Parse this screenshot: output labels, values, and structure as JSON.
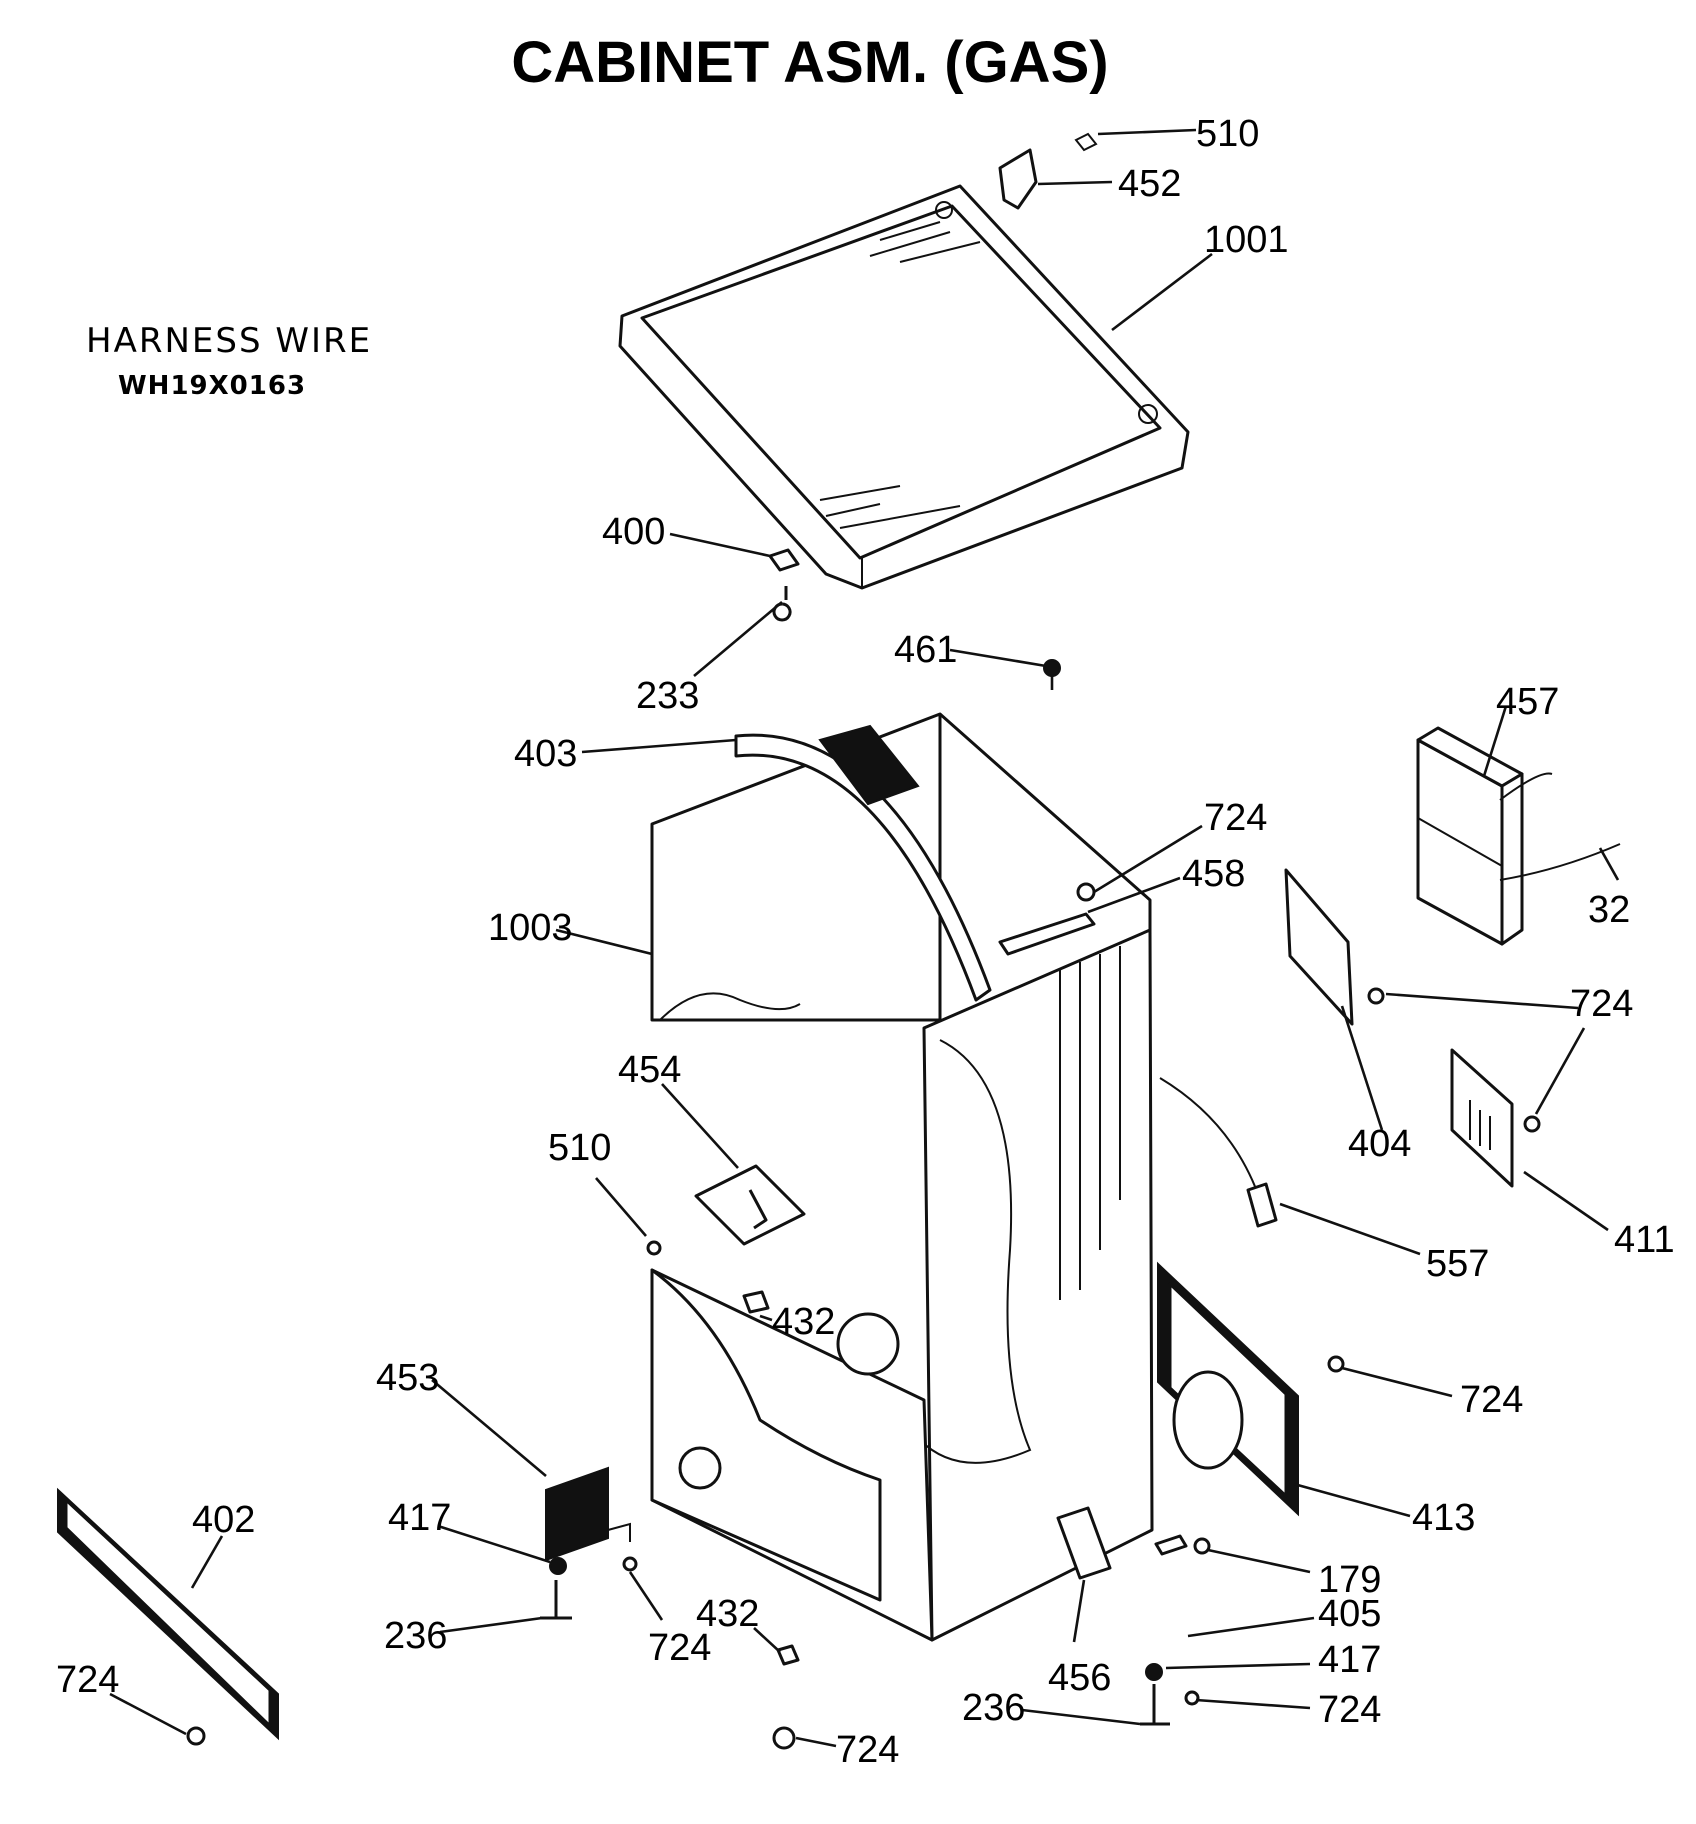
{
  "title": "CABINET ASM. (GAS)",
  "note": {
    "label": "HARNESS WIRE",
    "part_number": "WH19X0163"
  },
  "callouts": [
    {
      "id": "c510a",
      "label": "510"
    },
    {
      "id": "c452",
      "label": "452"
    },
    {
      "id": "c1001",
      "label": "1001"
    },
    {
      "id": "c400",
      "label": "400"
    },
    {
      "id": "c233",
      "label": "233"
    },
    {
      "id": "c461",
      "label": "461"
    },
    {
      "id": "c403",
      "label": "403"
    },
    {
      "id": "c724a",
      "label": "724"
    },
    {
      "id": "c458",
      "label": "458"
    },
    {
      "id": "c457",
      "label": "457"
    },
    {
      "id": "c32",
      "label": "32"
    },
    {
      "id": "c1003",
      "label": "1003"
    },
    {
      "id": "c724b",
      "label": "724"
    },
    {
      "id": "c404",
      "label": "404"
    },
    {
      "id": "c454",
      "label": "454"
    },
    {
      "id": "c510b",
      "label": "510"
    },
    {
      "id": "c411",
      "label": "411"
    },
    {
      "id": "c557",
      "label": "557"
    },
    {
      "id": "c432a",
      "label": "432"
    },
    {
      "id": "c724c",
      "label": "724"
    },
    {
      "id": "c453",
      "label": "453"
    },
    {
      "id": "c413",
      "label": "413"
    },
    {
      "id": "c402",
      "label": "402"
    },
    {
      "id": "c417a",
      "label": "417"
    },
    {
      "id": "c179",
      "label": "179"
    },
    {
      "id": "c405",
      "label": "405"
    },
    {
      "id": "c236a",
      "label": "236"
    },
    {
      "id": "c724d",
      "label": "724"
    },
    {
      "id": "c432b",
      "label": "432"
    },
    {
      "id": "c456",
      "label": "456"
    },
    {
      "id": "c417b",
      "label": "417"
    },
    {
      "id": "c724e",
      "label": "724"
    },
    {
      "id": "c236b",
      "label": "236"
    },
    {
      "id": "c724f",
      "label": "724"
    },
    {
      "id": "c724g",
      "label": "724"
    }
  ]
}
